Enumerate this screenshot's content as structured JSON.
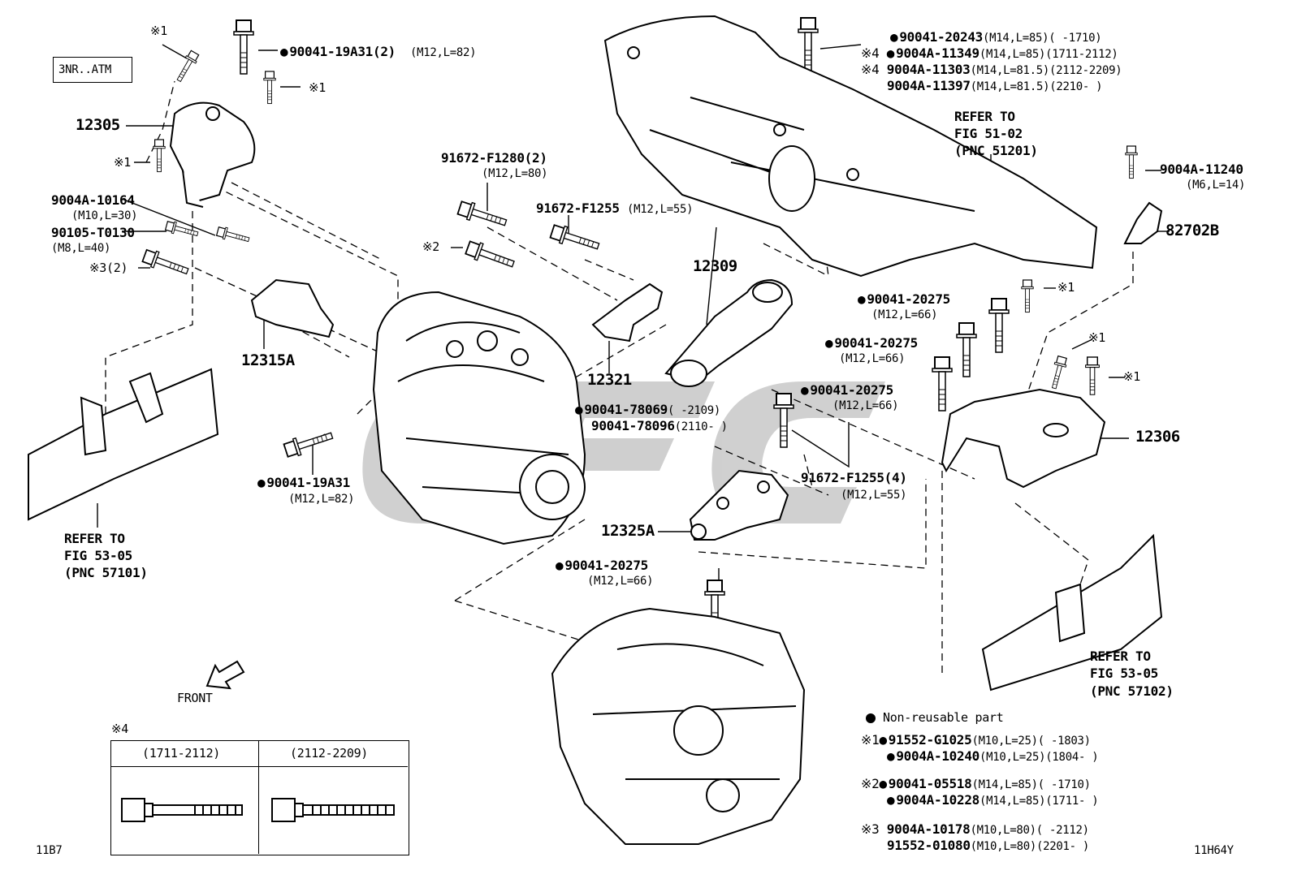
{
  "variant_box": "3NR..ATM",
  "parts": {
    "p12305": "12305",
    "p12315A": "12315A",
    "p12321": "12321",
    "p12309": "12309",
    "p12306": "12306",
    "p12325A": "12325A",
    "p82702B": "82702B"
  },
  "bolts": {
    "b1": {
      "marks": "●",
      "num": "90041-19A31(2)",
      "spec": "(M12,L=82)"
    },
    "b_note1a": "※1",
    "b_note1b": "※1",
    "b_note1c": "※1",
    "b2": {
      "num": "9004A-10164",
      "spec": "(M10,L=30)"
    },
    "b3": {
      "num": "90105-T0130",
      "spec": "(M8,L=40)"
    },
    "b4": {
      "mark": "※3(2)"
    },
    "b5": {
      "num": "91672-F1280(2)",
      "spec": "(M12,L=80)"
    },
    "b6": {
      "mark": "※2"
    },
    "b7": {
      "num": "91672-F1255",
      "spec": "(M12,L=55)"
    },
    "b8": {
      "num": "90041-78069",
      "range": "(      -2109)"
    },
    "b9": {
      "num": "90041-78096",
      "range": "(2110-      )"
    },
    "b10": {
      "num": "90041-19A31",
      "spec": "(M12,L=82)"
    },
    "b11": {
      "num": "91672-F1255(4)",
      "spec": "(M12,L=55)"
    },
    "b12": {
      "num": "90041-20275",
      "spec": "(M12,L=66)"
    },
    "b13": {
      "num": "90041-20275",
      "spec": "(M12,L=66)"
    },
    "b14": {
      "num": "90041-20275",
      "spec": "(M12,L=66)"
    },
    "b15": {
      "num": "90041-20275",
      "spec": "(M12,L=66)"
    },
    "b16": {
      "num": "9004A-11240",
      "spec": "(M6,L=14)"
    },
    "note1d": "※1",
    "note1e": "※1",
    "note1f": "※1"
  },
  "top_right_list": [
    {
      "mark": "",
      "num": "90041-20243",
      "spec": "(M14,L=85)(      -1710)"
    },
    {
      "mark": "※4",
      "num": "9004A-11349",
      "spec": "(M14,L=85)(1711-2112)"
    },
    {
      "mark": "※4",
      "num": "9004A-11303",
      "spec": "(M14,L=81.5)(2112-2209)"
    },
    {
      "mark": "",
      "num": "9004A-11397",
      "spec": "(M14,L=81.5)(2210-      )"
    }
  ],
  "refer": {
    "r1": [
      "REFER TO",
      "FIG 51-02",
      "(PNC 51201)"
    ],
    "r2": [
      "REFER TO",
      "FIG 53-05",
      "(PNC 57101)"
    ],
    "r3": [
      "REFER TO",
      "FIG 53-05",
      "(PNC 57102)"
    ]
  },
  "front_label": "FRONT",
  "table": {
    "mark": "※4",
    "col1": "(1711-2112)",
    "col2": "(2112-2209)"
  },
  "legend": {
    "nonreusable": "Non-reusable part",
    "rows": [
      {
        "mark": "※1",
        "num": "91552-G1025",
        "spec": "(M10,L=25)(      -1803)"
      },
      {
        "mark": "",
        "num": "9004A-10240",
        "spec": "(M10,L=25)(1804-      )"
      },
      {
        "mark": "※2",
        "num": "90041-05518",
        "spec": "(M14,L=85)(      -1710)"
      },
      {
        "mark": "",
        "num": "9004A-10228",
        "spec": "(M14,L=85)(1711-      )"
      },
      {
        "mark": "※3",
        "num": "9004A-10178",
        "spec": "(M10,L=80)(      -2112)"
      },
      {
        "mark": "",
        "num": "91552-01080",
        "spec": "(M10,L=80)(2201-      )"
      }
    ]
  },
  "corner_left": "11B7",
  "corner_right": "11H64Y"
}
